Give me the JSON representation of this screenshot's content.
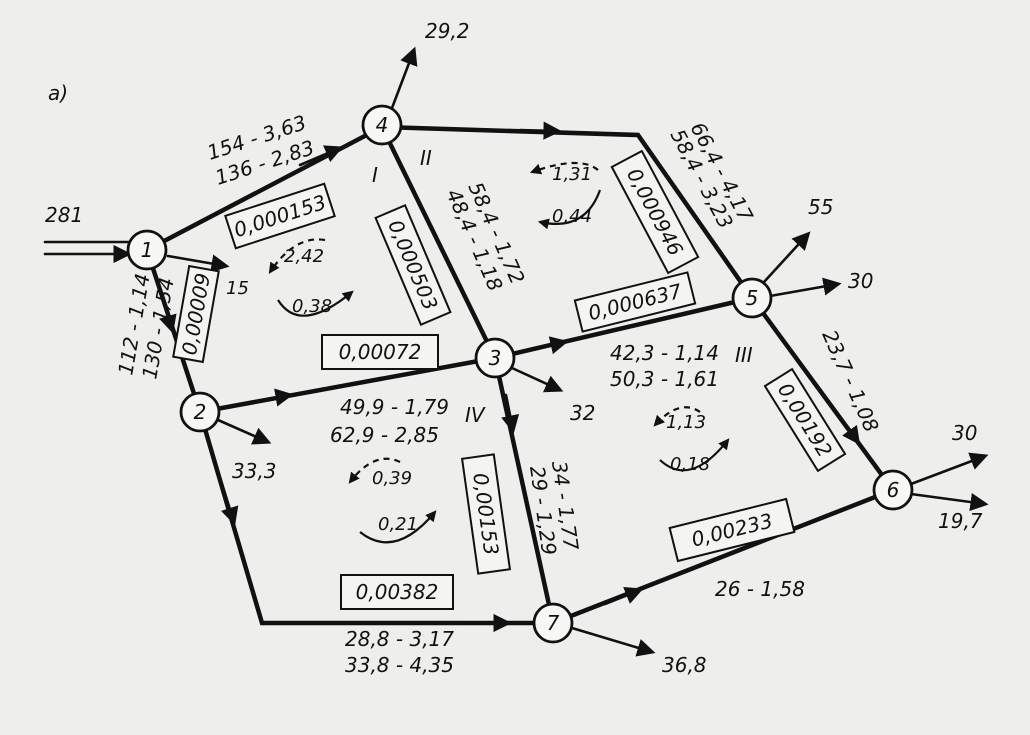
{
  "figure_label": "а)",
  "nodes": [
    "1",
    "2",
    "3",
    "4",
    "5",
    "6",
    "7"
  ],
  "external_flows": {
    "inflow_1": "281",
    "out_1": "15",
    "out_2": "33,3",
    "out_3": "32",
    "out_4": "29,2",
    "out_5a": "55",
    "out_5b": "30",
    "out_6a": "30",
    "out_6b": "19,7",
    "out_7": "36,8"
  },
  "pipes": {
    "p14_a": "154 - 3,63",
    "p14_b": "136 - 2,83",
    "p12_a": "112 - 1,14",
    "p12_b": "130 - 1,54",
    "p43_a": "58,4 - 1,72",
    "p43_b": "48,4 - 1,18",
    "p45_a": "66,4 - 4,17",
    "p45_b": "58,4 - 3,23",
    "p23_a": "49,9 - 1,79",
    "p23_b": "62,9 - 2,85",
    "p35_a": "42,3 - 1,14",
    "p35_b": "50,3 - 1,61",
    "p56": "23,7 - 1,08",
    "p37_a": "34 - 1,77",
    "p37_b": "29 - 1,29",
    "p27_a": "28,8 - 3,17",
    "p27_b": "33,8 - 4,35",
    "p76": "26 - 1,58"
  },
  "resistances": {
    "r14": "0,000153",
    "r12": "0,00009",
    "r43": "0,000503",
    "r23": "0,00072",
    "r45": "0,000946",
    "r35": "0,000637",
    "r56": "0,00192",
    "r37": "0,00153",
    "r27": "0,00382",
    "r76": "0,00233"
  },
  "rings": {
    "I": {
      "label": "I",
      "upper": "2,42",
      "lower": "0,38"
    },
    "II": {
      "label": "II",
      "upper": "1,31",
      "lower": "0,44"
    },
    "III": {
      "label": "III",
      "upper": "1,13",
      "lower": "0,18"
    },
    "IV": {
      "label": "IV",
      "upper": "0,39",
      "lower": "0,21"
    }
  }
}
